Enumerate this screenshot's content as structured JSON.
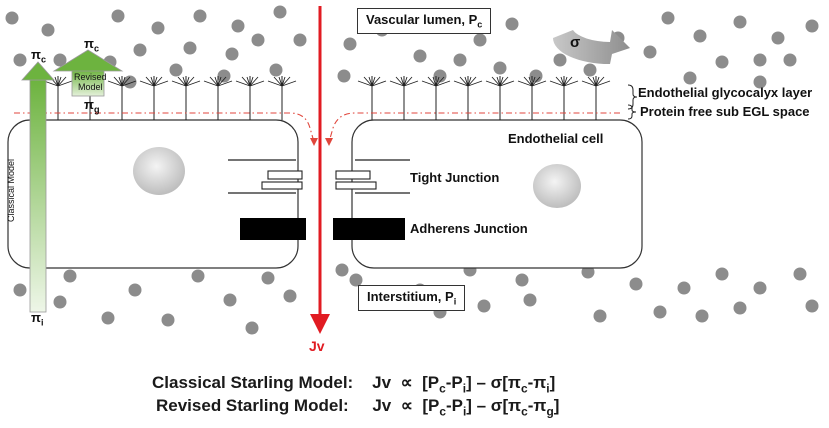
{
  "labels": {
    "vascular_lumen": "Vascular lumen, P",
    "vascular_lumen_sub": "c",
    "interstitium": "Interstitium, P",
    "interstitium_sub": "i",
    "glycocalyx": "Endothelial glycocalyx layer",
    "sub_egl": "Protein free sub EGL space",
    "endothelial_cell": "Endothelial cell",
    "tight_junction": "Tight Junction",
    "adherens_junction": "Adherens Junction",
    "jv": "Jv",
    "sigma": "σ",
    "classical_model": "Classical Model",
    "revised_model_line1": "Revised",
    "revised_model_line2": "Model",
    "pi": "π",
    "pi_c_sub": "c",
    "pi_g_sub": "g",
    "pi_i_sub": "i"
  },
  "equations": {
    "classical": {
      "name": "Classical Starling Model:",
      "lhs": "Jv",
      "prop": "∝",
      "open": "[P",
      "s1": "c",
      "minus1": "-P",
      "s2": "i",
      "mid": "] – σ[π",
      "s3": "c",
      "minus2": "-π",
      "s4": "i",
      "close": "]"
    },
    "revised": {
      "name": "Revised Starling Model:",
      "lhs": "Jv",
      "prop": "∝",
      "open": "[P",
      "s1": "c",
      "minus1": "-P",
      "s2": "i",
      "mid": "] – σ[π",
      "s3": "c",
      "minus2": "-π",
      "s4": "g",
      "close": "]"
    }
  },
  "colors": {
    "flow_arrow": "#e11b22",
    "dashed_path": "#e0463c",
    "particle": "#8c8c8c",
    "green_arrow": "#7cba55",
    "sigma_arrow": "#a6a6a6",
    "junction": "#000000"
  }
}
